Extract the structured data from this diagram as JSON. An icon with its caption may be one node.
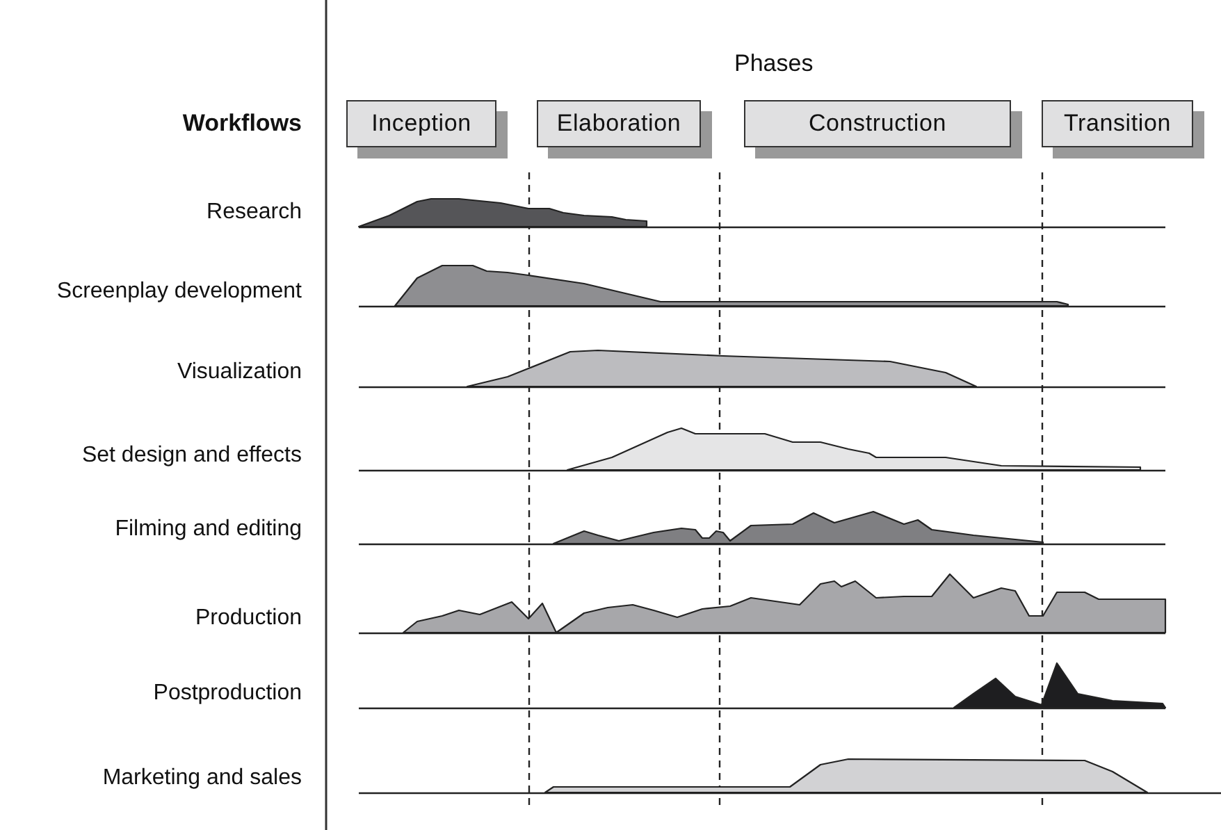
{
  "diagram": {
    "nodes": [
      {
        "text": [
          "Inception"
        ]
      },
      {
        "text": [
          "Elaboration"
        ]
      },
      {
        "text": [
          "Construction"
        ]
      },
      {
        "text": [
          "Transition"
        ]
      }
    ],
    "labels": [
      "Phases",
      "Workflows",
      "Research",
      "Screenplay development",
      "Visualization",
      "Set design and effects",
      "Filming and editing",
      "Production",
      "Postproduction",
      "Marketing and sales"
    ]
  }
}
